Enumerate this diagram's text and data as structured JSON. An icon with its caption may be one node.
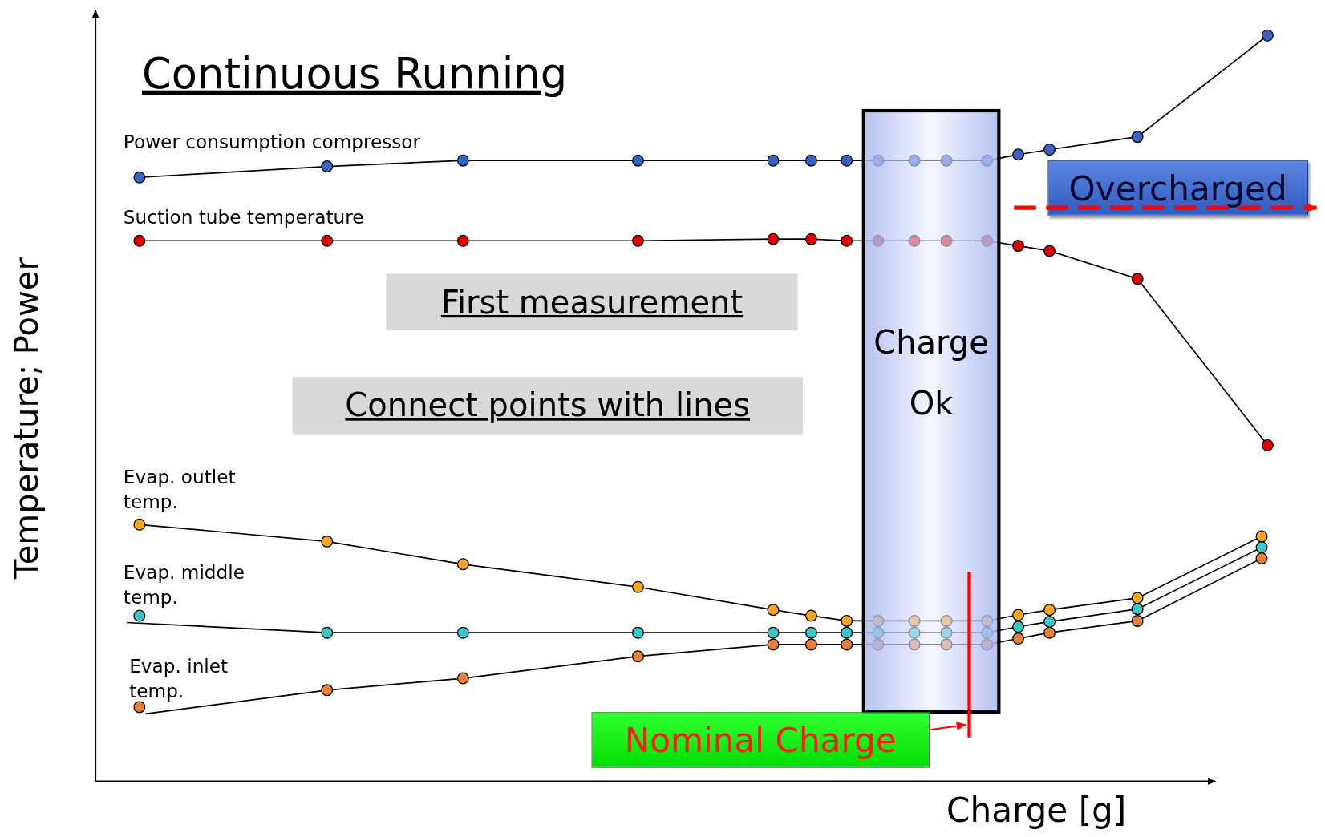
{
  "diagram": {
    "title": "Continuous Running",
    "nodes": [
      {
        "text": [
          "Charge Ok"
        ]
      },
      {
        "text": [
          "First measurement"
        ]
      },
      {
        "text": [
          "Connect points with lines"
        ]
      },
      {
        "text": [
          "Nominal Charge"
        ]
      },
      {
        "text": [],
        "shape": "bar"
      },
      {
        "text": [
          "Overcharged"
        ]
      }
    ],
    "edges": [
      {
        "from": 3,
        "to": 4,
        "arrow": "to",
        "color": "#ff0000"
      }
    ],
    "labels": [
      "Power consumption compressor",
      "Suction tube temperature",
      "Evap. outlet temp.",
      "Evap. middle temp.",
      "Evap. inlet temp.",
      "Temperature; Power",
      "Charge [g]"
    ]
  }
}
